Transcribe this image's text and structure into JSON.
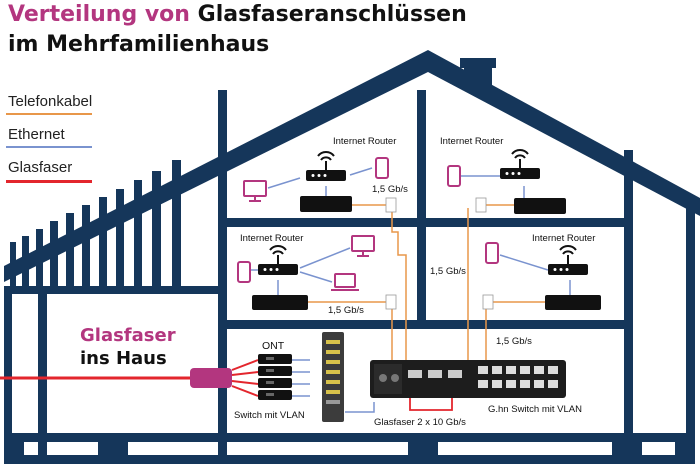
{
  "title": {
    "part1": "Verteilung von",
    "part2": "Glasfaseranschlüssen",
    "line2": "im Mehrfamilienhaus"
  },
  "legend": [
    {
      "label": "Telefonkabel",
      "color": "#e8974a"
    },
    {
      "label": "Ethernet",
      "color": "#7a93cf"
    },
    {
      "label": "Glasfaser",
      "color": "#e3262d"
    }
  ],
  "colors": {
    "house": "#15365a",
    "accent": "#b3367f",
    "fiber": "#e3262d",
    "phone_cable": "#e8974a",
    "ethernet": "#7a93cf",
    "device_icon": "#b3367f"
  },
  "labels": {
    "glasfaser": "Glasfaser",
    "ins_haus": "ins Haus",
    "ont": "ONT",
    "switch_vlan": "Switch mit VLAN",
    "ghn_switch": "G.hn Switch mit VLAN",
    "fiber_link": "Glasfaser 2 x 10 Gb/s",
    "router_tl": "Internet Router",
    "router_tr": "Internet Router",
    "router_ml": "Internet Router",
    "router_mr": "Internet Router",
    "speed_tl": "1,5 Gb/s",
    "speed_ml": "1,5 Gb/s",
    "speed_mid": "1,5 Gb/s",
    "speed_mr": "1,5 Gb/s"
  }
}
